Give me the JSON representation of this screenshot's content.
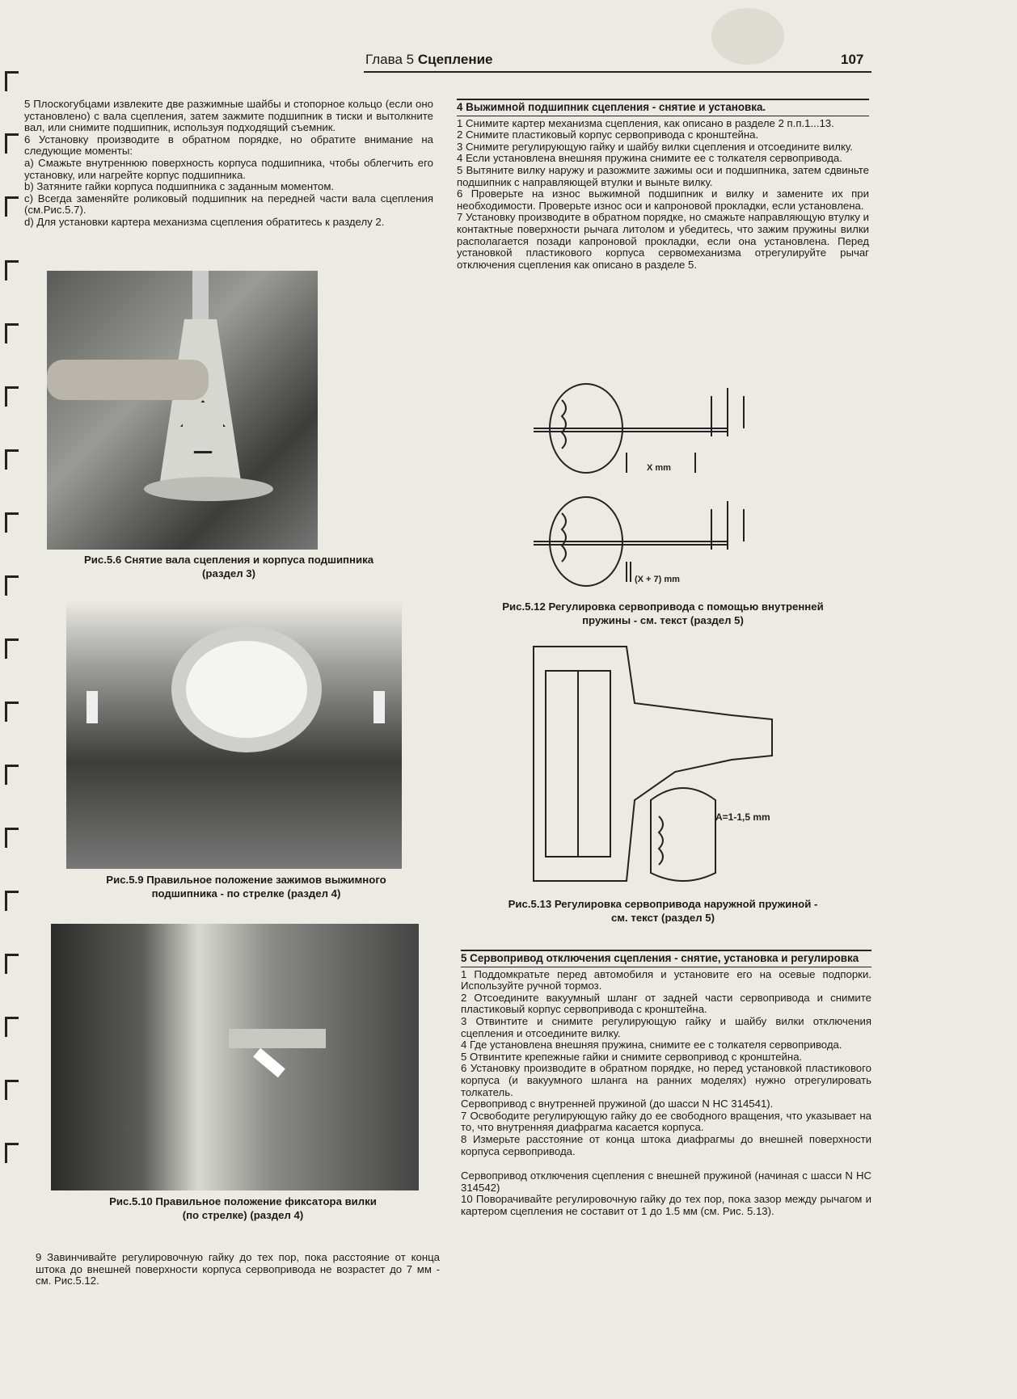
{
  "header": {
    "chapter_prefix": "Глава 5",
    "chapter_title": "Сцепление",
    "page_number": "107"
  },
  "left": {
    "paragraphs": [
      "5   Плоскогубцами извлеките две разжимные шайбы и стопорное кольцо (если оно установлено) с вала сцепления, затем зажмите подшипник в тиски и вытолкните вал, или снимите подшипник, используя подходящий съемник.",
      "6   Установку производите в обратном порядке, но обратите внимание на следующие моменты:",
      "a)   Смажьте внутреннюю поверхность корпуса подшипника, чтобы облегчить его установку, или нагрейте корпус подшипника.",
      "b)   Затяните гайки корпуса подшипника с заданным моментом.",
      "c)   Всегда заменяйте роликовый подшипник на передней части вала сцепления (см.Рис.5.7).",
      "d)   Для установки картера механизма сцепления обратитесь к разделу 2."
    ],
    "fig56_caption_1": "Рис.5.6 Снятие вала сцепления и корпуса подшипника",
    "fig56_caption_2": "(раздел 3)",
    "fig59_caption_1": "Рис.5.9 Правильное положение зажимов выжимного",
    "fig59_caption_2": "подшипника - по стрелке (раздел 4)",
    "fig510_caption_1": "Рис.5.10 Правильное положение фиксатора вилки",
    "fig510_caption_2": "(по стрелке) (раздел 4)",
    "para9": "9   Завинчивайте регулировочную гайку до тех пор, пока расстояние от конца штока до внешней поверхности корпуса сервопривода не возрастет до 7 мм - см. Рис.5.12."
  },
  "right": {
    "section4_title": "4   Выжимной подшипник сцепления - снятие и установка.",
    "section4_paragraphs": [
      "1   Снимите картер механизма сцепления, как описано в разделе 2 п.п.1...13.",
      "2   Снимите пластиковый корпус сервопривода с кронштейна.",
      "3   Снимите регулирующую гайку и шайбу вилки сцепления и отсоедините вилку.",
      "4   Если установлена внешняя пружина снимите ее с толкателя сервопривода.",
      "5   Вытяните вилку наружу и разожмите зажимы оси и подшипника, затем сдвиньте подшипник с направляющей втулки и выньте вилку.",
      "6   Проверьте на износ выжимной подшипник и вилку и замените их при необходимости. Проверьте износ оси и капроновой прокладки, если установлена.",
      "7   Установку производите в обратном порядке, но смажьте направляющую втулку и контактные поверхности рычага литолом и убедитесь, что зажим пружины вилки располагается позади капроновой прокладки, если она установлена. Перед установкой пластикового корпуса сервомеханизма отрегулируйте рычаг отключения сцепления как описано в разделе 5."
    ],
    "fig512_label_x": "X mm",
    "fig512_label_x7": "(X + 7) mm",
    "fig512_caption_1": "Рис.5.12 Регулировка сервопривода с помощью внутренней",
    "fig512_caption_2": "пружины - см. текст (раздел 5)",
    "fig513_label": "A=1-1,5 mm",
    "fig513_caption_1": "Рис.5.13 Регулировка сервопривода наружной пружиной -",
    "fig513_caption_2": "см. текст (раздел 5)",
    "section5_title": "5   Сервопривод отключения сцепления - снятие, установка и регулировка",
    "section5_paragraphs": [
      "1   Поддомкратьте перед автомобиля и установите его на осевые подпорки. Используйте ручной тормоз.",
      "2   Отсоедините вакуумный шланг от задней части сервопривода и снимите пластиковый корпус сервопривода с кронштейна.",
      "3   Отвинтите и снимите регулирующую гайку и шайбу вилки отключения сцепления и отсоедините вилку.",
      "4   Где установлена внешняя пружина, снимите ее с толкателя сервопривода.",
      "5   Отвинтите крепежные гайки и снимите сервопривод с кронштейна.",
      "6   Установку производите в обратном порядке, но перед установкой пластикового корпуса (и вакуумного шланга на ранних моделях) нужно отрегулировать толкатель.",
      "Сервопривод с внутренней пружиной (до шасси N HC 314541).",
      "7   Освободите регулирующую гайку до ее свободного вращения, что указывает на то, что внутренняя диафрагма касается корпуса.",
      "8   Измерьте расстояние от конца штока диафрагмы до внешней поверхности корпуса сервопривода."
    ],
    "subhead_external": "Сервопривод отключения сцепления с внешней пружиной (начиная с шасси N HC 314542)",
    "para10": "10   Поворачивайте регулировочную гайку до тех пор, пока зазор между рычагом и картером сцепления не составит от 1 до 1.5 мм (см. Рис. 5.13)."
  }
}
